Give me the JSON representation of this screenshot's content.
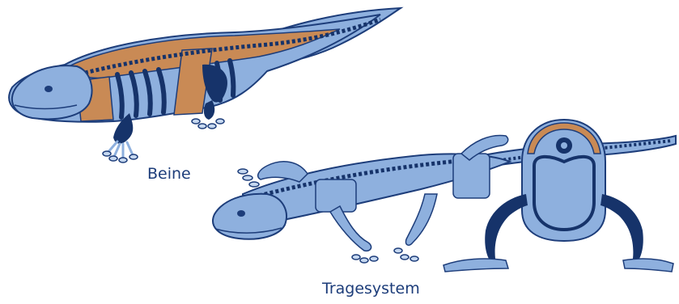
{
  "labels": {
    "beine": "Beine",
    "tragesystem": "Tragesystem"
  },
  "colors": {
    "body": "#8eb0de",
    "bone": "#16336a",
    "muscle": "#c98a55",
    "outline": "#1d3d7a",
    "light": "#c6d8f0"
  },
  "illustrations": [
    "tetrapod-with-leg-muscles",
    "tetrapod-skeleton-support-system",
    "tetrapod-cross-section-front-view"
  ]
}
